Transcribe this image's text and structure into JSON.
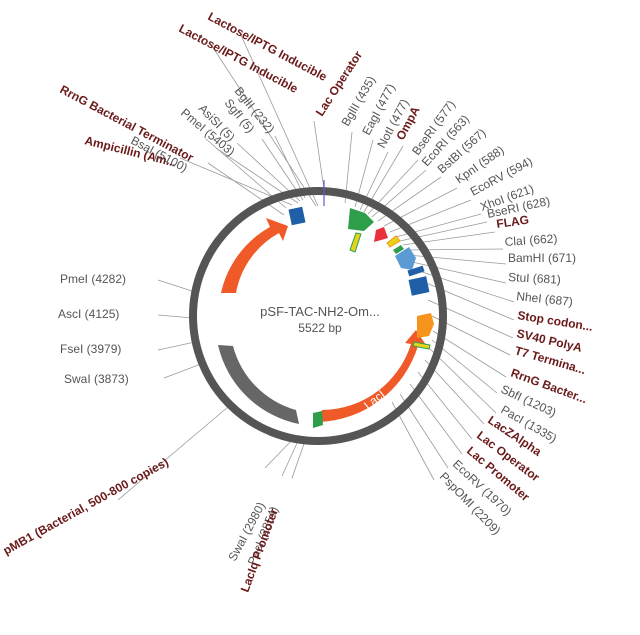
{
  "plasmid": {
    "name": "pSF-TAC-NH2-Om...",
    "length": "5522 bp"
  },
  "colors": {
    "backbone": "#555555",
    "orange_red": "#f05a28",
    "blue": "#1f5fa8",
    "green": "#2e9e4a",
    "gray": "#666666",
    "sky": "#5b9bd5",
    "orange": "#f7941d",
    "red": "#e8303a",
    "yellow": "#e8d31c",
    "feature_text": "#6b1a1a",
    "site_text": "#555555"
  },
  "features": {
    "lacl_label": "LacI"
  },
  "labels": [
    "Lactose/IPTG Inducible",
    "Lactose/IPTG Inducible",
    "Lac Operator",
    "RrnG Bacterial Terminator",
    "Ampicillin (Am...",
    "BglII (232)",
    "SgfI (5)",
    "AsiSI (5)",
    "PmeI (5403)",
    "BsaI (5100)",
    "BglII (435)",
    "EagI (477)",
    "NotI (477)",
    "OmpA",
    "BseRI (577)",
    "EcoRI (563)",
    "BstBI (567)",
    "KpnI (588)",
    "EcoRV (594)",
    "XhoI (621)",
    "BseRI (628)",
    "FLAG",
    "ClaI (662)",
    "BamHI (671)",
    "StuI (681)",
    "NheI (687)",
    "Stop codon...",
    "SV40 PolyA",
    "T7 Termina...",
    "RrnG Bacter...",
    "SbfI (1203)",
    "PacI (1335)",
    "LacZAlpha",
    "Lac Operator",
    "Lac Promoter",
    "EcoRV (1970)",
    "PspOMI (2209)",
    "PmeI (4282)",
    "AscI (4125)",
    "FseI (3979)",
    "SwaI (3873)",
    "pMB1 (Bacterial, 500-800 copies)",
    "SwaI (2980)",
    "PacI (2854)",
    "LacIq Promoter"
  ]
}
